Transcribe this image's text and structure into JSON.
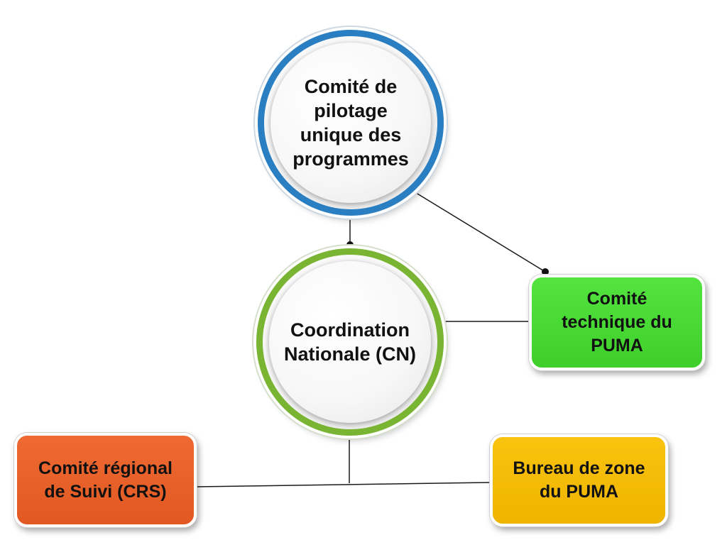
{
  "nodes": {
    "pilotage": {
      "label": "Comité de pilotage unique des programmes"
    },
    "coordination": {
      "label": "Coordination Nationale (CN)"
    },
    "technique": {
      "label": "Comité technique du PUMA"
    },
    "regional": {
      "label": "Comité régional de Suivi (CRS)"
    },
    "bureau": {
      "label": "Bureau de zone du PUMA"
    }
  },
  "colors": {
    "pilotage_ring": "#2a7fc3",
    "coordination_ring": "#79b432",
    "technique_fill": "#45d831",
    "regional_fill": "#e65d27",
    "bureau_fill": "#f3bb05",
    "connector": "#1a1a1a"
  }
}
